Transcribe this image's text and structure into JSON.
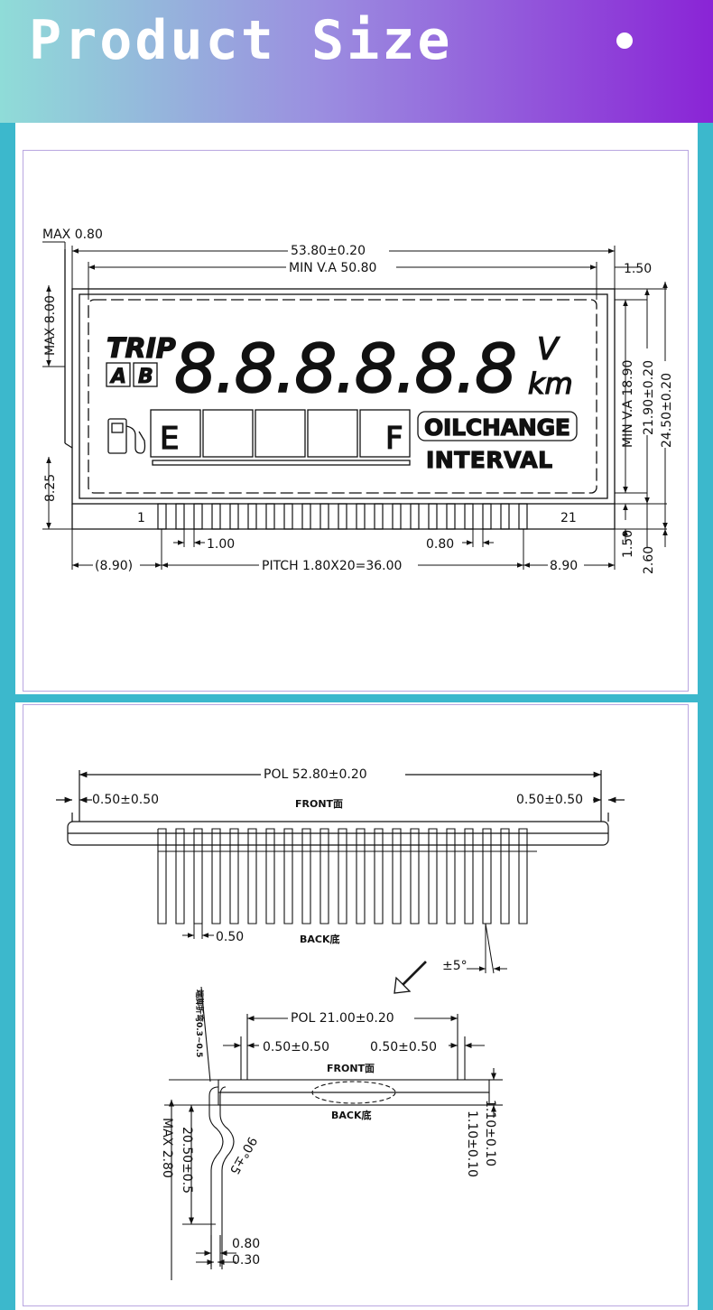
{
  "header": {
    "title": "Product Size"
  },
  "diagram1": {
    "max_080": "MAX  0.80",
    "overall_width": "53.80±0.20",
    "min_va": "MIN  V.A  50.80",
    "dim_150_right": "1.50",
    "max_800": "MAX  8.00",
    "dim_825": "8.25",
    "pin_first": "1",
    "pin_last": "21",
    "dim_100": "1.00",
    "dim_080": "0.80",
    "left_890": "(8.90)",
    "pitch": "PITCH  1.80X20=36.00",
    "right_890": "8.90",
    "min_va_height": "MIN  V.A  18.90",
    "height_2190": "21.90±0.20",
    "height_2450": "24.50±0.20",
    "dim_150_bottom": "1.50",
    "dim_260": "2.60",
    "lcd": {
      "trip": "TRIP",
      "a": "A",
      "b": "B",
      "digits": "8.8.8.8.8.8",
      "v": "V",
      "km": "km",
      "e": "E",
      "f": "F",
      "oil_change": "OILCHANGE",
      "interval": "INTERVAL"
    }
  },
  "diagram2": {
    "pol_width": "POL  52.80±0.20",
    "left_offset": "0.50±0.50",
    "right_offset": "0.50±0.50",
    "front": "FRONT面",
    "back": "BACK底",
    "pin_width": "0.50",
    "angle": "±5°"
  },
  "diagram3": {
    "side_note": "端脚折弯0.3~0.5",
    "pol_width": "POL  21.00±0.20",
    "left_offset": "0.50±0.50",
    "right_offset": "0.50±0.50",
    "front": "FRONT面",
    "back": "BACK底",
    "max_280": "MAX  2.80",
    "length_2050": "20.50±0.5",
    "bend_angle": "90°±5",
    "glass_1": "1.10±0.10",
    "glass_2": "1.10±0.10",
    "dim_080": "0.80",
    "dim_030": "0.30"
  }
}
